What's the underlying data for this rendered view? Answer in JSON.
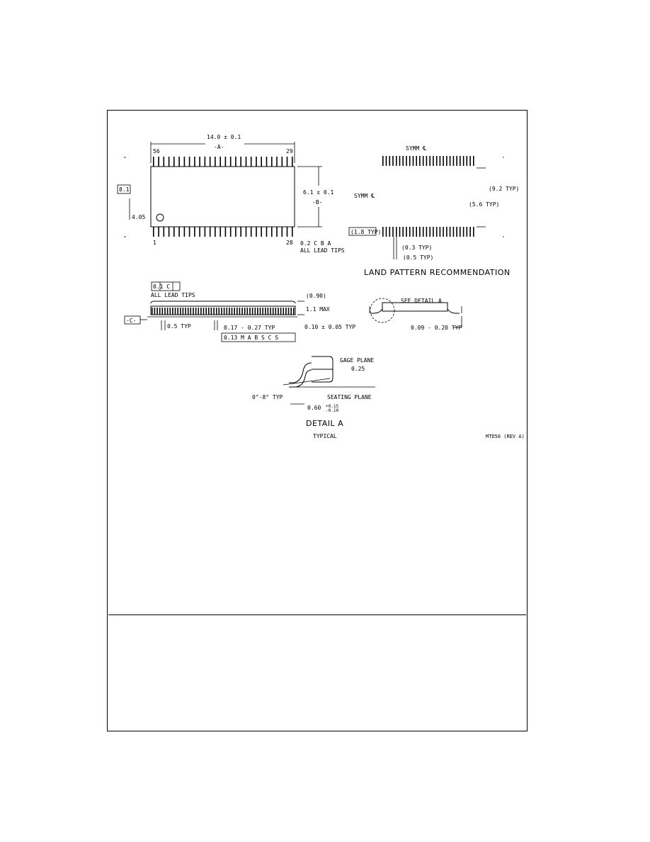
{
  "top_view": {
    "length_dim": "14.0 ± 0.1",
    "datum_a": "-A-",
    "pin_56": "56",
    "pin_29": "29",
    "pin_1": "1",
    "pin_28": "28",
    "width_dim": "6.1 ± 0.1",
    "datum_b": "-B-",
    "body_width_boxed": "8.1",
    "body_width_sub": "4.05",
    "lead_tip_tol": "0.2 C B A",
    "all_lead_tips": "ALL LEAD TIPS"
  },
  "land_pattern": {
    "symm_top": "SYMM ℄",
    "symm_left": "SYMM ℄",
    "dim_9_2": "(9.2 TYP)",
    "dim_5_6": "(5.6 TYP)",
    "dim_1_8": "(1.8 TYP)",
    "dim_0_3": "(0.3 TYP)",
    "dim_0_5": "(0.5 TYP)",
    "title": "LAND PATTERN RECOMMENDATION"
  },
  "side_view": {
    "flatness": "0.1 C",
    "all_lead_tips": "ALL LEAD TIPS",
    "dim_0_90": "(0.90)",
    "max_height": "1.1 MAX",
    "datum_c": "-C-",
    "pitch": "0.5 TYP",
    "lead_width": "0.17 - 0.27 TYP",
    "position_tol": "0.13 M A B S C S",
    "standoff": "0.10 ± 0.05 TYP"
  },
  "end_view": {
    "see_detail": "SEE DETAIL A",
    "lead_thk": "0.09 - 0.20 TYP"
  },
  "detail_a": {
    "gage_plane": "GAGE PLANE",
    "gage_dim": "0.25",
    "seating_plane": "SEATING PLANE",
    "angle": "0°-8° TYP",
    "foot_length": "0.60",
    "foot_tol_plus": "+0.15",
    "foot_tol_minus": "-0.10",
    "title": "DETAIL A",
    "subtitle": "TYPICAL"
  },
  "drawing_number": "MTD56 (REV A)"
}
